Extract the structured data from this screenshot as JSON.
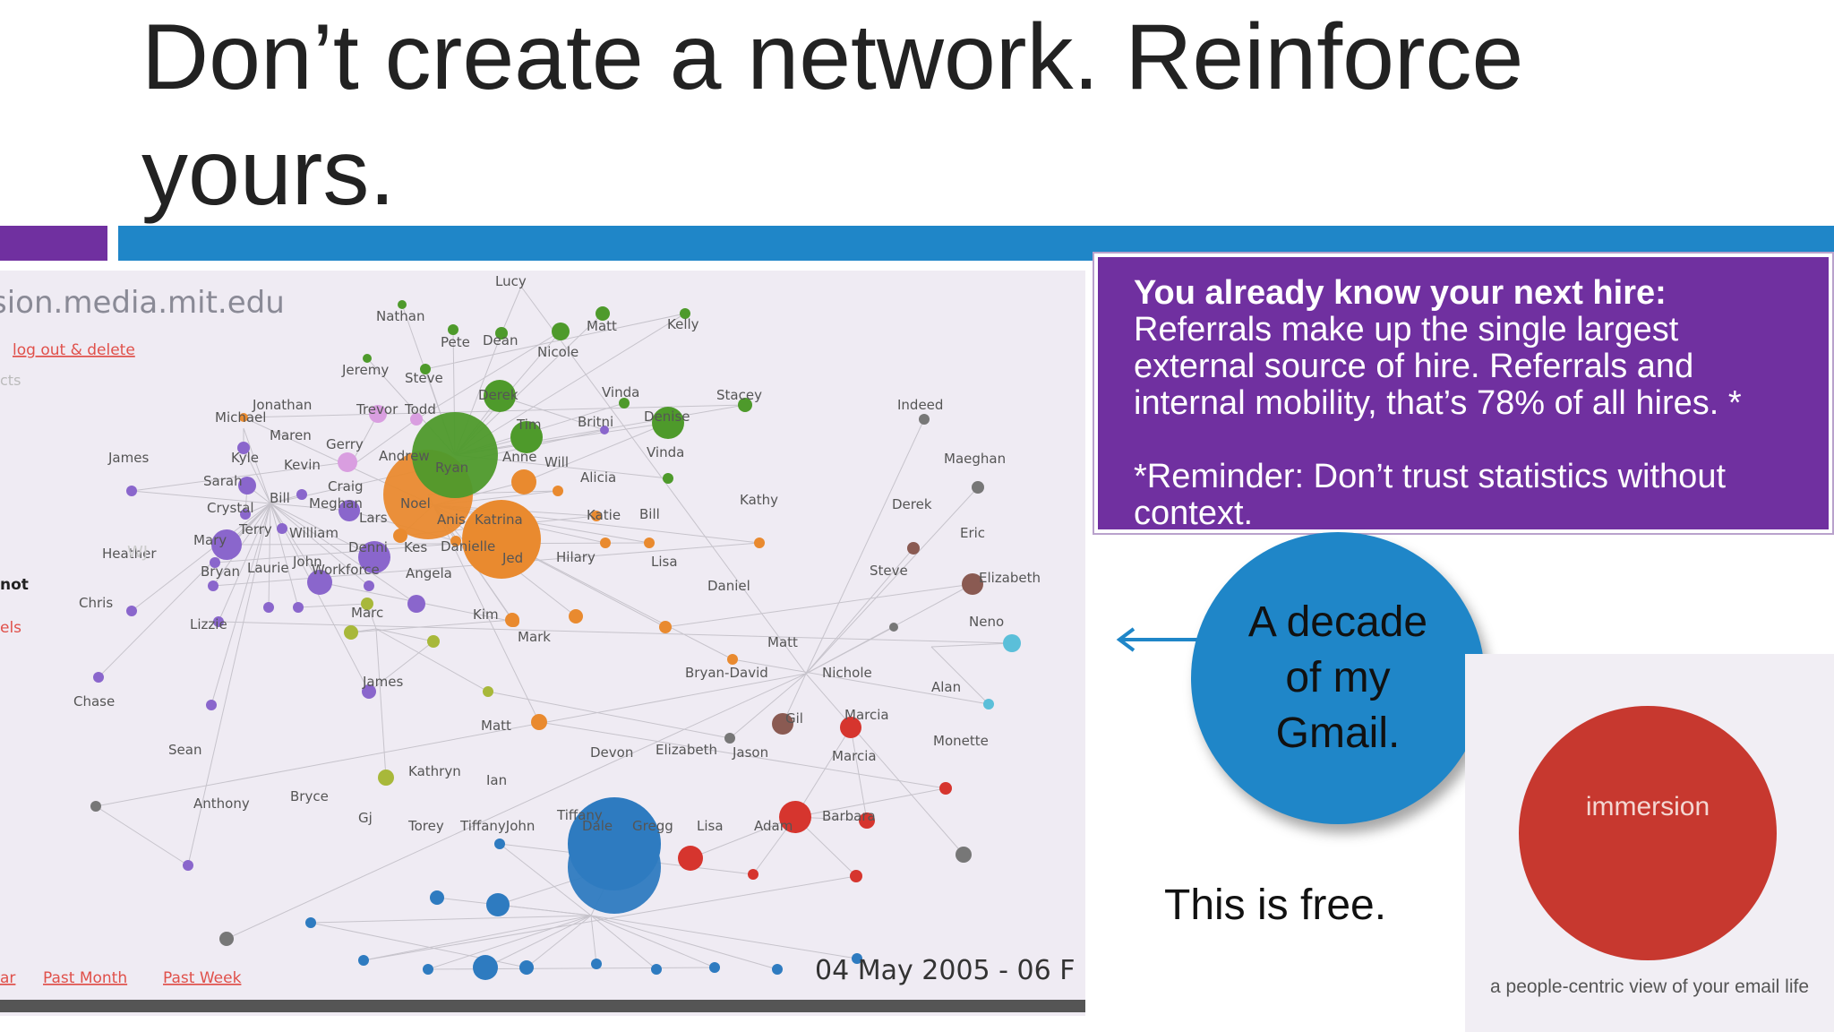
{
  "slide": {
    "title": "Don’t create a network. Reinforce yours.",
    "callout": {
      "heading": "You already know your next hire:",
      "body": "Referrals make up the single largest external source of hire. Referrals and internal mobility, that’s 78% of all hires. *",
      "note": "*Reminder: Don’t trust statistics without context."
    },
    "bubble_text": "A decade of my Gmail.",
    "free_text": "This is free.",
    "thumbnail": {
      "title": "immersion",
      "tagline": "a people-centric view of your email life"
    }
  },
  "colors": {
    "purple": "#7030a0",
    "blue": "#1f86c8",
    "graph_bg": "#efebf3",
    "orange": "#e98a2f",
    "green": "#4e9a2b",
    "violet": "#8a66cc",
    "red": "#d6352e",
    "graph_blue": "#2e7bc0"
  },
  "network": {
    "site": "sion.media.mit.edu",
    "logout": "log out & delete",
    "sidebar_text": [
      "cts",
      "WJ",
      "not",
      "els"
    ],
    "bottom_links": [
      "ar",
      "Past Month",
      "Past Week"
    ],
    "date_label": "04 May 2005 - 06 F",
    "labels": [
      "Lucy",
      "Nathan",
      "Matt",
      "Kelly",
      "Pete",
      "Dean",
      "Nicole",
      "Jeremy",
      "Steve",
      "Jonathan",
      "Trevor",
      "Todd",
      "Derek",
      "Vinda",
      "Stacey",
      "Michael",
      "Tim",
      "Britni",
      "Denise",
      "Indeed",
      "Maren",
      "Gerry",
      "Andrew",
      "Anne",
      "Will",
      "Vinda",
      "James",
      "Kyle",
      "Kevin",
      "Ryan",
      "Alicia",
      "Maeghan",
      "Sarah",
      "Craig",
      "Bill",
      "Noel",
      "Crystal",
      "Meghan",
      "Anis",
      "Katrina",
      "Katie",
      "Bill",
      "Kathy",
      "Derek",
      "Terry",
      "William",
      "Lars",
      "Mary",
      "Denni",
      "Kes",
      "Danielle",
      "Eric",
      "Heather",
      "John",
      "Jed",
      "Hilary",
      "Lisa",
      "Bryan",
      "Laurie",
      "Workforce",
      "Angela",
      "Steve",
      "Elizabeth",
      "Daniel",
      "Chris",
      "Marc",
      "Kim",
      "Lizzie",
      "Neno",
      "Mark",
      "Matt",
      "Bryan-David",
      "Nichole",
      "James",
      "Alan",
      "Chase",
      "Gil",
      "Marcia",
      "Matt",
      "Monette",
      "Sean",
      "Devon",
      "Elizabeth",
      "Jason",
      "Marcia",
      "Kathryn",
      "Ian",
      "Bryce",
      "Anthony",
      "Gj",
      "Torey",
      "TiffanyJohn",
      "Tiffany",
      "Dale",
      "Gregg",
      "Lisa",
      "Adam",
      "Barbara"
    ]
  }
}
